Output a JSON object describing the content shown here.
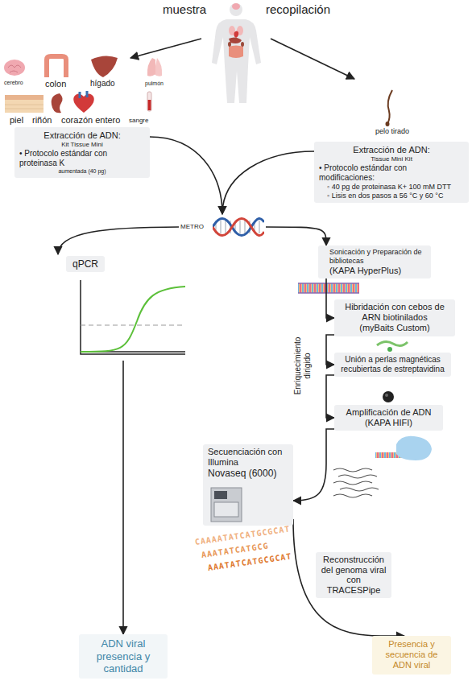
{
  "diagram": {
    "nodes": [
      {
        "text": [
          "muestra",
          "recopilación"
        ]
      },
      {
        "text": [
          "Extracción de ADN:",
          "Kit Tissue Mini",
          "• Protocolo estándar con proteinasa K",
          "aumentada (40 pg)"
        ]
      },
      {
        "text": [
          "Extracción de ADN:",
          "Tissue Mini Kit",
          "• Protocolo estándar con modificaciones:",
          "◦ 40 pg de proteinasa K+ 100 mM DTT",
          "◦ Lisis en dos pasos a 56 °C y 60 °C"
        ]
      },
      {
        "text": [
          "METRO"
        ]
      },
      {
        "text": [
          "qPCR"
        ]
      },
      {
        "text": [
          "Sonicación y Preparación de bibliotecas",
          "(KAPA HyperPlus)"
        ]
      },
      {
        "text": [
          "Hibridación con cebos de ARN biotinilados",
          "(myBaits Custom)"
        ]
      },
      {
        "text": [
          "Unión a perlas magnéticas recubiertas de estreptavidina"
        ]
      },
      {
        "text": [
          "Amplificación de ADN",
          "(KAPA HIFI)"
        ]
      },
      {
        "text": [
          "Secuenciación con Illumina",
          "Novaseq (6000)"
        ]
      },
      {
        "text": [
          "ADN viral presencia y cantidad"
        ]
      },
      {
        "text": [
          "Presencia y secuencia de ADN viral"
        ]
      }
    ],
    "edges": [
      {
        "from": 1,
        "to": 3,
        "arrow": "to"
      },
      {
        "from": 2,
        "to": 3,
        "arrow": "to"
      },
      {
        "from": 3,
        "to": 4,
        "arrow": "to"
      },
      {
        "from": 3,
        "to": 5,
        "arrow": "to"
      },
      {
        "from": 5,
        "to": 6,
        "arrow": "to"
      },
      {
        "from": 6,
        "to": 7,
        "arrow": "to"
      },
      {
        "from": 7,
        "to": 8,
        "arrow": "to"
      },
      {
        "from": 8,
        "to": 9,
        "arrow": "to"
      },
      {
        "from": 9,
        "to": 11,
        "label": "Reconstrucción del genoma viral con TRACESPipe",
        "arrow": "to"
      },
      {
        "from": 4,
        "to": 10,
        "arrow": "to"
      }
    ],
    "labels": [
      "cerebro",
      "colon",
      "hígado",
      "pulmón",
      "piel",
      "riñón",
      "corazón entero",
      "sangre",
      "pelo tirado",
      "Enriquecimiento dirigido",
      "CAAAATATCATGCGCAT",
      "AAATATCATGCG",
      "AAATATCATGCGCAT"
    ]
  }
}
